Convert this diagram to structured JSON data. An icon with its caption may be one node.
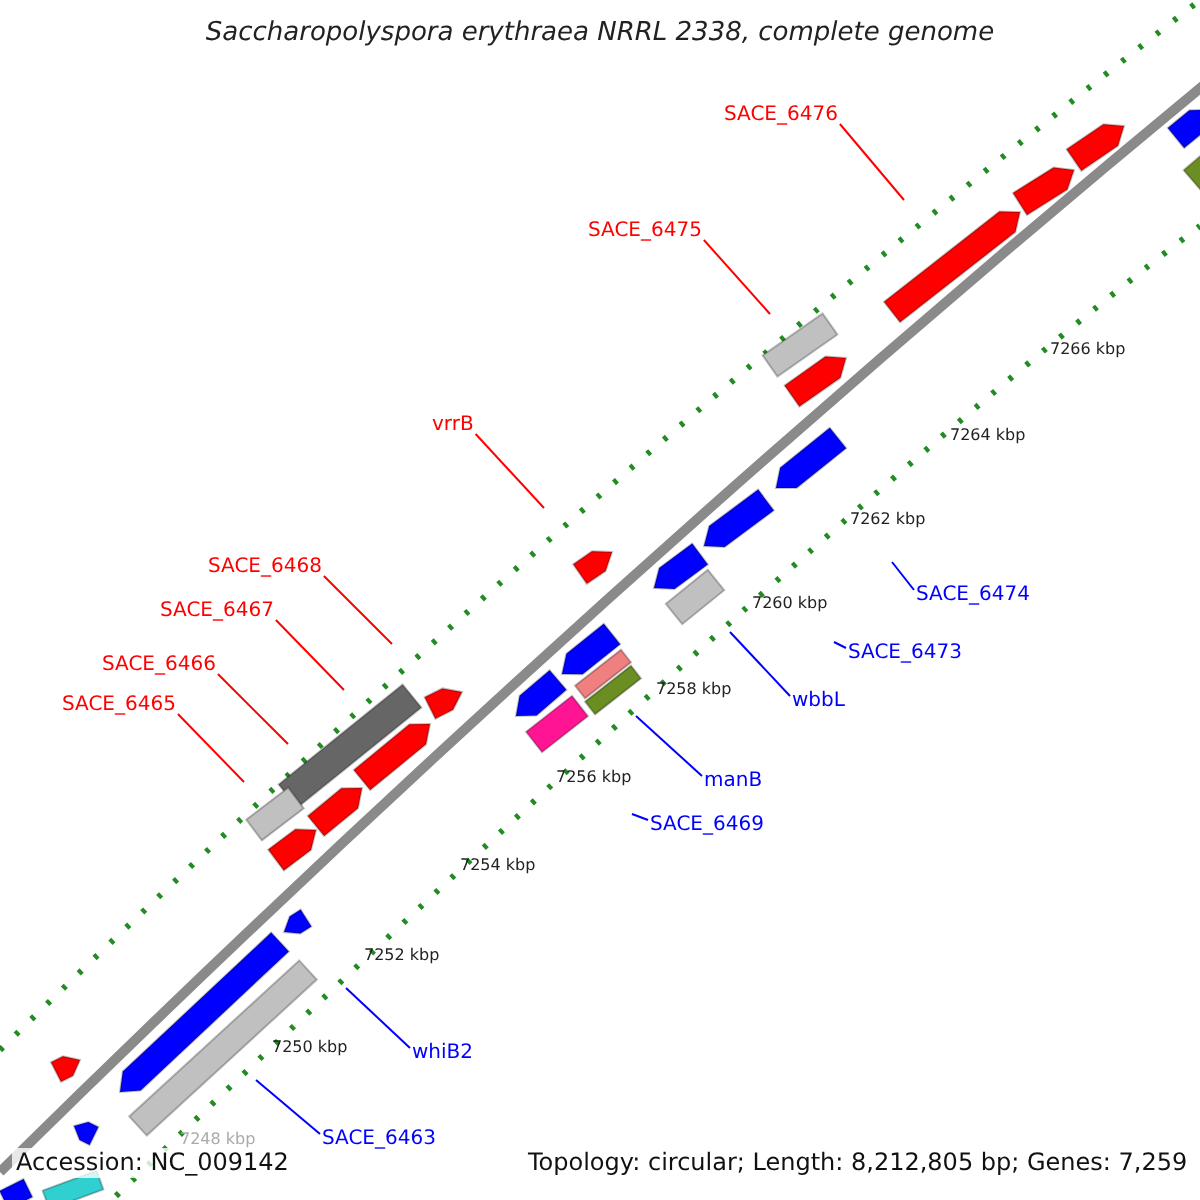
{
  "diagram": {
    "title": "Saccharopolyspora erythraea NRRL 2338, complete genome",
    "nodes": [
      {
        "text": [
          "SACE_6476"
        ]
      },
      {
        "text": [
          "SACE_6475"
        ]
      },
      {
        "text": [
          "vrrB"
        ]
      },
      {
        "text": [
          "SACE_6468"
        ]
      },
      {
        "text": [
          "SACE_6467"
        ]
      },
      {
        "text": [
          "SACE_6466"
        ]
      },
      {
        "text": [
          "SACE_6465"
        ]
      },
      {
        "text": [
          "SACE_6474"
        ]
      },
      {
        "text": [
          "SACE_6473"
        ]
      },
      {
        "text": [
          "wbbL"
        ]
      },
      {
        "text": [
          "manB"
        ]
      },
      {
        "text": [
          "SACE_6469"
        ]
      },
      {
        "text": [
          "whiB2"
        ]
      },
      {
        "text": [
          "SACE_6463"
        ]
      }
    ],
    "edges": [
      {
        "from": 0,
        "to": null,
        "arrow": "none"
      },
      {
        "from": 1,
        "to": null,
        "arrow": "none"
      },
      {
        "from": 2,
        "to": null,
        "arrow": "none"
      },
      {
        "from": 3,
        "to": null,
        "arrow": "none"
      },
      {
        "from": 4,
        "to": null,
        "arrow": "none"
      },
      {
        "from": 5,
        "to": null,
        "arrow": "none"
      },
      {
        "from": 6,
        "to": null,
        "arrow": "none"
      },
      {
        "from": 7,
        "to": null,
        "arrow": "none",
        "color": "#0000ff"
      },
      {
        "from": 8,
        "to": null,
        "arrow": "none",
        "color": "#0000ff"
      },
      {
        "from": 9,
        "to": null,
        "arrow": "none",
        "color": "#0000ff"
      },
      {
        "from": 10,
        "to": null,
        "arrow": "none",
        "color": "#0000ff"
      },
      {
        "from": 11,
        "to": null,
        "arrow": "none",
        "color": "#0000ff"
      },
      {
        "from": 12,
        "to": null,
        "arrow": "none",
        "color": "#0000ff"
      },
      {
        "from": 13,
        "to": null,
        "arrow": "none",
        "color": "#0000ff"
      }
    ],
    "labels": [
      "7266 kbp",
      "7264 kbp",
      "7262 kbp",
      "7260 kbp",
      "7258 kbp",
      "7256 kbp",
      "7254 kbp",
      "7252 kbp",
      "7250 kbp",
      "7248 kbp",
      "Accession: NC_009142",
      "Topology: circular; Length: 8,212,805 bp; Genes: 7,259"
    ]
  }
}
